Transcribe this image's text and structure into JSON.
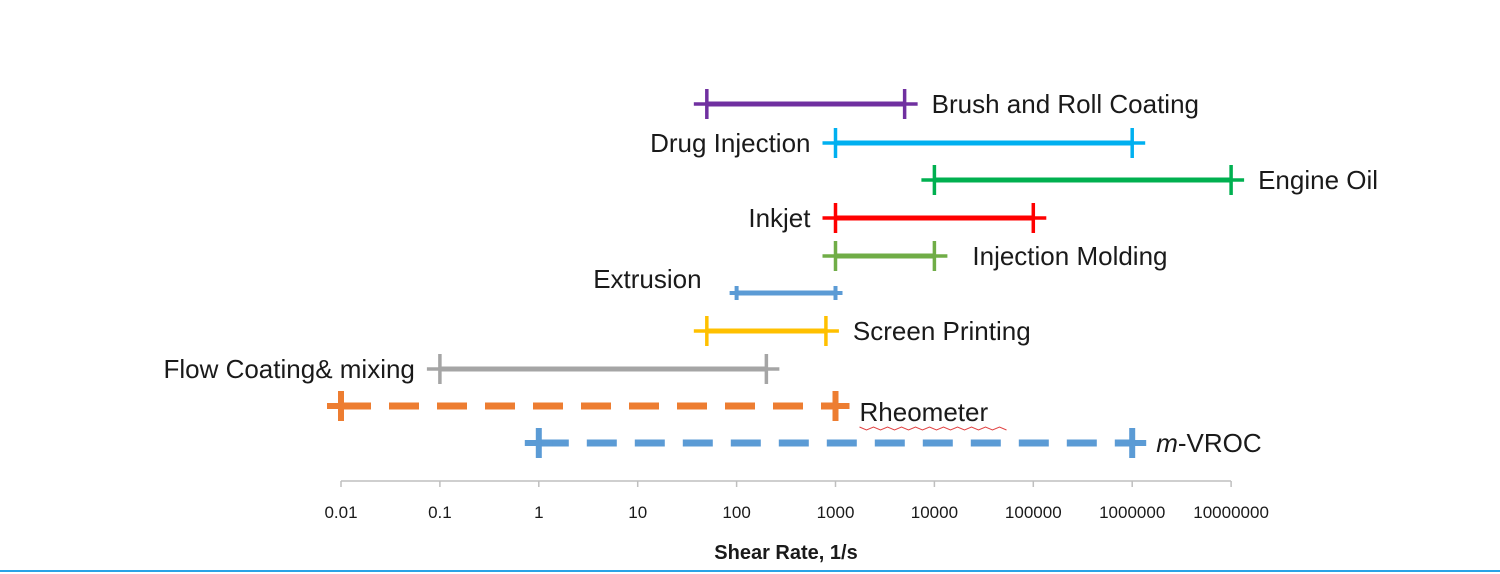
{
  "chart_data": {
    "type": "range",
    "xlabel": "Shear Rate, 1/s",
    "xscale": "log",
    "xlim": [
      0.01,
      10000000
    ],
    "xticks": [
      "0.01",
      "0.1",
      "1",
      "10",
      "100",
      "1000",
      "10000",
      "100000",
      "1000000",
      "10000000"
    ],
    "series": [
      {
        "name": "Brush and Roll Coating",
        "min": 50,
        "max": 5000,
        "color": "#7030a0",
        "style": "solid",
        "label_side": "right"
      },
      {
        "name": "Drug Injection",
        "min": 1000,
        "max": 1000000,
        "color": "#00b0f0",
        "style": "solid",
        "label_side": "left"
      },
      {
        "name": "Engine Oil",
        "min": 10000,
        "max": 10000000,
        "color": "#00b050",
        "style": "solid",
        "label_side": "right"
      },
      {
        "name": "Inkjet",
        "min": 1000,
        "max": 100000,
        "color": "#ff0000",
        "style": "solid",
        "label_side": "left"
      },
      {
        "name": "Injection Molding",
        "min": 1000,
        "max": 10000,
        "color": "#70ad47",
        "style": "solid",
        "label_side": "right"
      },
      {
        "name": "Extrusion",
        "min": 100,
        "max": 1000,
        "color": "#5b9bd5",
        "style": "solid",
        "label_side": "left"
      },
      {
        "name": "Screen Printing",
        "min": 50,
        "max": 800,
        "color": "#ffc000",
        "style": "solid",
        "label_side": "right"
      },
      {
        "name": "Flow Coating& mixing",
        "min": 0.1,
        "max": 200,
        "color": "#a5a5a5",
        "style": "solid",
        "label_side": "left"
      },
      {
        "name": "Rheometer",
        "min": 0.01,
        "max": 1000,
        "color": "#ed7d31",
        "style": "dashed",
        "label_side": "right"
      },
      {
        "name": "m-VROC",
        "prefix": "m",
        "suffix": "-VROC",
        "min": 1,
        "max": 1000000,
        "color": "#5b9bd5",
        "style": "dashed",
        "label_side": "right"
      }
    ]
  }
}
